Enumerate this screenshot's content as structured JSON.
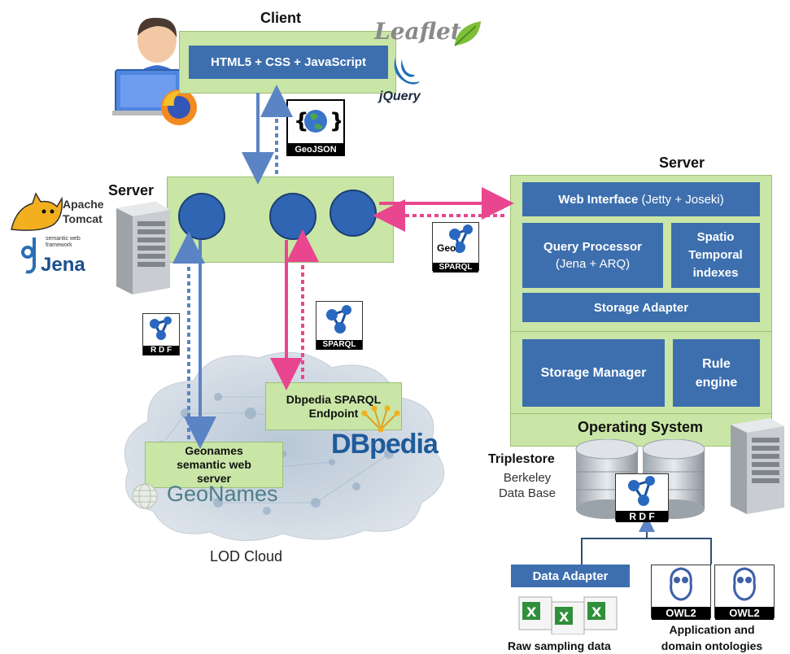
{
  "client": {
    "title": "Client",
    "tech": "HTML5 + CSS + JavaScript",
    "leaflet": "Leaflet",
    "jquery": "jQuery"
  },
  "geojson": "GeoJSON",
  "server_left": {
    "title": "Server",
    "apache1": "Apache",
    "apache2": "Tomcat",
    "jena_small": "semantic web\nframework",
    "jena": "Jena"
  },
  "badges": {
    "rdf": "R D F",
    "sparql": "SPARQL",
    "geo": "Geo",
    "geosparql": "SPARQL",
    "owl2": "OWL2"
  },
  "lod": {
    "caption": "LOD Cloud",
    "dbpedia_endpoint": "Dbpedia SPARQL Endpoint",
    "dbpedia_logo": "DBpedia",
    "geonames_server": "Geonames semantic web server",
    "geonames_logo": "GeoNames"
  },
  "server_right": {
    "title": "Server",
    "web_interface": "Web Interface",
    "web_interface_detail": " (Jetty + Joseki)",
    "query_processor": "Query Processor",
    "query_processor_detail": "(Jena + ARQ)",
    "spatio": "Spatio Temporal indexes",
    "storage_adapter": "Storage Adapter",
    "storage_manager": "Storage Manager",
    "rule_engine": "Rule engine",
    "os": "Operating System"
  },
  "triplestore": {
    "title": "Triplestore",
    "sub": "Berkeley Data Base"
  },
  "bottom": {
    "data_adapter": "Data Adapter",
    "raw": "Raw sampling data",
    "ontologies": "Application and domain ontologies"
  },
  "colors": {
    "green": "#c9e6a6",
    "blue": "#3d6fae",
    "arrow_blue": "#5b84c4",
    "arrow_pink": "#e9468f"
  }
}
